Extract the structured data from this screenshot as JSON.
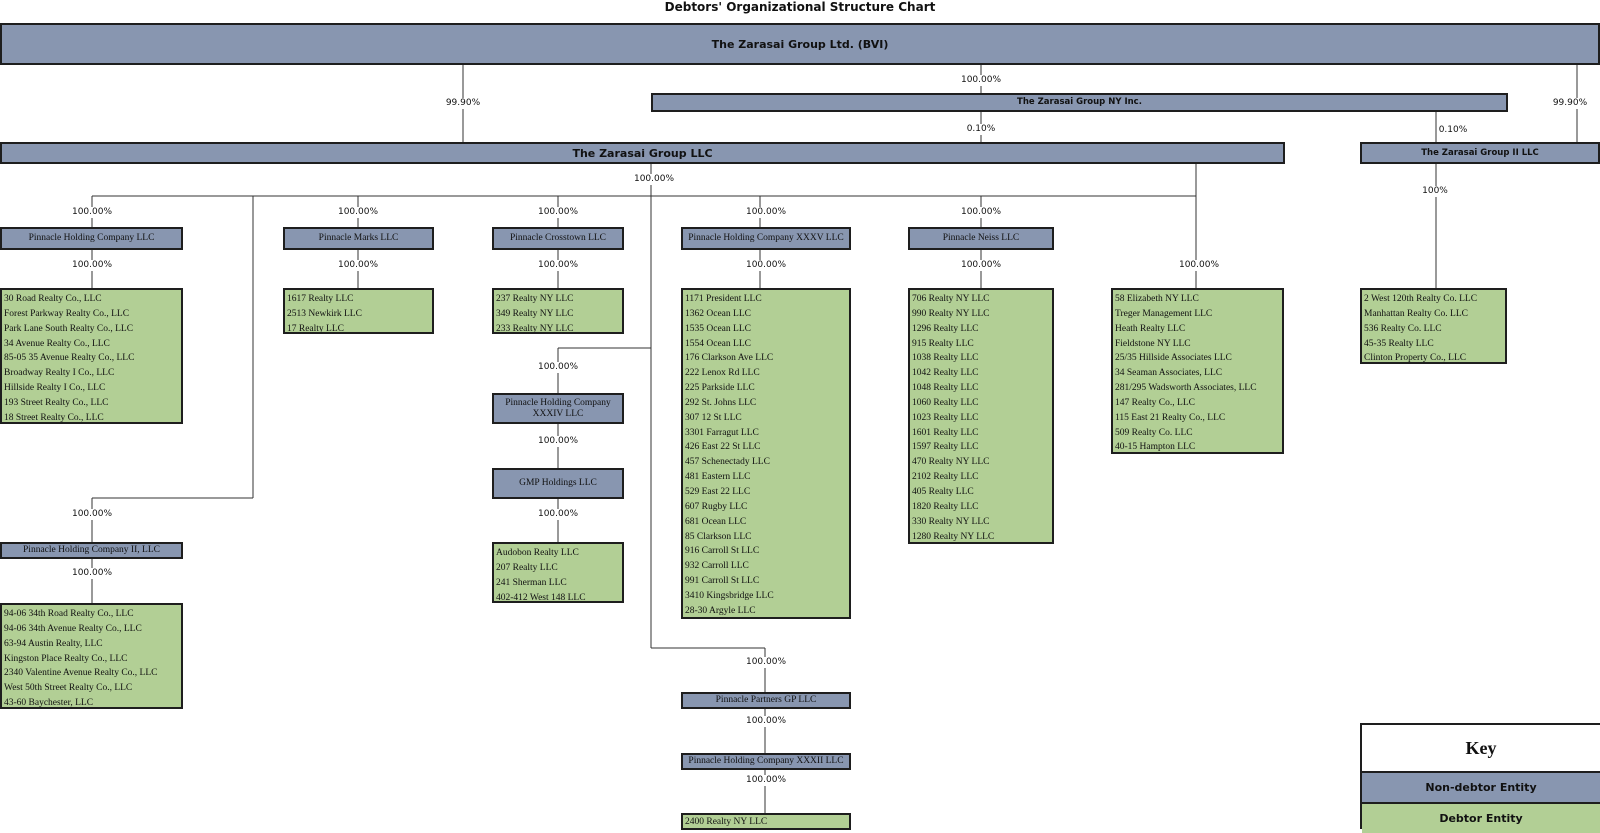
{
  "title": "Debtors' Organizational Structure Chart",
  "entities": {
    "bvi": "The Zarasai Group Ltd. (BVI)",
    "ny_inc": "The Zarasai Group NY Inc.",
    "llc": "The Zarasai Group LLC",
    "ii_llc": "The Zarasai Group II LLC",
    "phc": "Pinnacle Holding Company LLC",
    "marks": "Pinnacle Marks LLC",
    "crosstown": "Pinnacle Crosstown LLC",
    "phc35": "Pinnacle Holding Company XXXV LLC",
    "neiss": "Pinnacle Neiss LLC",
    "phc2": "Pinnacle Holding Company II, LLC",
    "phc24": "Pinnacle Holding Company XXXIV LLC",
    "gmp": "GMP Holdings LLC",
    "pp_gp": "Pinnacle Partners GP LLC",
    "phc32": "Pinnacle Holding Company XXXII LLC"
  },
  "debtors": {
    "phc": [
      "30 Road Realty Co., LLC",
      "Forest Parkway Realty Co., LLC",
      "Park Lane South Realty Co., LLC",
      "34 Avenue Realty Co., LLC",
      "85-05 35 Avenue Realty Co., LLC",
      "Broadway Realty I Co., LLC",
      "Hillside Realty I Co., LLC",
      "193 Street Realty Co., LLC",
      "18 Street Realty Co., LLC"
    ],
    "marks": [
      "1617 Realty LLC",
      "2513 Newkirk LLC",
      "17 Realty LLC"
    ],
    "crosstown": [
      "237 Realty NY LLC",
      "349 Realty NY LLC",
      "233 Realty NY LLC"
    ],
    "phc35": [
      "1171 President LLC",
      "1362 Ocean LLC",
      "1535 Ocean LLC",
      "1554 Ocean LLC",
      "176 Clarkson Ave LLC",
      "222 Lenox Rd LLC",
      "225 Parkside LLC",
      "292 St. Johns LLC",
      "307 12 St LLC",
      "3301 Farragut LLC",
      "426 East 22 St LLC",
      "457 Schenectady LLC",
      "481 Eastern LLC",
      "529 East 22 LLC",
      "607 Rugby LLC",
      "681 Ocean LLC",
      "85 Clarkson LLC",
      "916 Carroll St LLC",
      "932 Carroll LLC",
      "991 Carroll St LLC",
      "3410 Kingsbridge LLC",
      "28-30 Argyle LLC"
    ],
    "neiss": [
      "706 Realty NY LLC",
      "990 Realty NY LLC",
      "1296 Realty LLC",
      "915 Realty LLC",
      "1038 Realty LLC",
      "1042 Realty LLC",
      "1048 Realty LLC",
      "1060 Realty LLC",
      "1023 Realty LLC",
      "1601 Realty LLC",
      "1597 Realty LLC",
      "470 Realty NY LLC",
      "2102 Realty LLC",
      "405 Realty LLC",
      "1820 Realty LLC",
      "330 Realty NY LLC",
      "1280 Realty NY LLC"
    ],
    "direct": [
      "58 Elizabeth NY LLC",
      "Treger Management LLC",
      "Heath Realty LLC",
      "Fieldstone NY LLC",
      "25/35 Hillside Associates LLC",
      "34 Seaman Associates, LLC",
      "281/295 Wadsworth Associates, LLC",
      "147 Realty Co., LLC",
      "115 East 21 Realty Co., LLC",
      "509 Realty Co. LLC",
      "40-15 Hampton LLC"
    ],
    "ii": [
      "2 West 120th Realty Co. LLC",
      "Manhattan Realty Co. LLC",
      "536 Realty Co. LLC",
      "45-35 Realty LLC",
      "Clinton Property Co., LLC"
    ],
    "phc2": [
      "94-06 34th Road Realty Co., LLC",
      "94-06 34th Avenue Realty Co., LLC",
      "63-94 Austin Realty, LLC",
      "Kingston Place Realty Co., LLC",
      "2340 Valentine Avenue Realty Co., LLC",
      "West 50th Street Realty Co., LLC",
      "43-60 Baychester, LLC"
    ],
    "gmp": [
      "Audobon Realty LLC",
      "207 Realty LLC",
      "241 Sherman LLC",
      "402-412 West 148 LLC"
    ],
    "phc32": [
      "2400 Realty NY LLC"
    ]
  },
  "percents": {
    "bvi_to_llc": "99.90%",
    "bvi_to_ny": "100.00%",
    "bvi_to_ii": "99.90%",
    "ny_to_llc": "0.10%",
    "ny_to_ii": "0.10%",
    "full": "100.00%",
    "ii_to_sub": "100%"
  },
  "key": {
    "title": "Key",
    "non_debtor": "Non-debtor Entity",
    "debtor": "Debtor Entity"
  },
  "colors": {
    "non_debtor": "#8896b0",
    "debtor": "#b2cf95",
    "border": "#1e1e1e"
  }
}
